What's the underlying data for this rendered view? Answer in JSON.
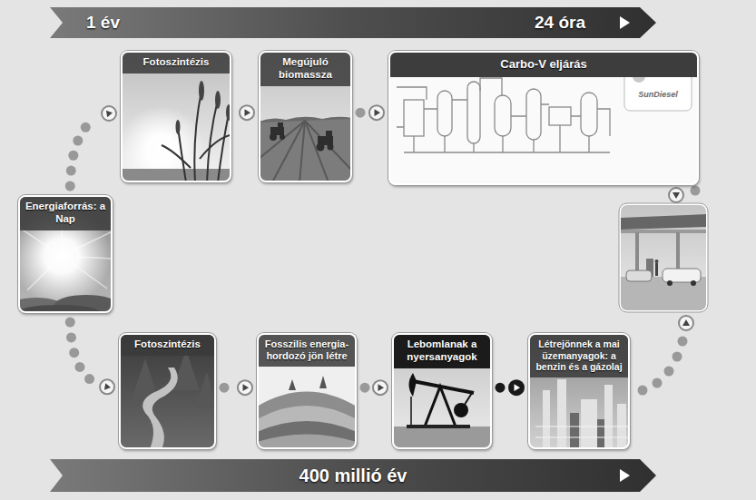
{
  "diagram": {
    "nodes": [
      {
        "text": [
          "1 év",
          "24 óra"
        ]
      },
      {
        "text": [
          "Fotoszintézis"
        ]
      },
      {
        "text": [
          "Megújuló biomassza"
        ]
      },
      {
        "text": [
          "Carbo-V eljárás"
        ]
      },
      {
        "text": [
          "Energiaforrás: a Nap"
        ]
      },
      {
        "text": [
          "Fotoszintézis"
        ]
      },
      {
        "text": [
          "Fosszilis energia-hordozó jön létre"
        ]
      },
      {
        "text": [
          "Lebomlanak a nyersanyagok"
        ]
      },
      {
        "text": [
          "Létrejönnek a mai üzemanyagok: a benzin és a gázolaj"
        ]
      },
      {
        "text": [
          "400 millió év"
        ]
      }
    ],
    "edges": [
      {
        "from": 4,
        "to": 1,
        "arrow": "to"
      },
      {
        "from": 1,
        "to": 2,
        "arrow": "to"
      },
      {
        "from": 2,
        "to": 3,
        "arrow": "to"
      },
      {
        "from": 4,
        "to": 5,
        "arrow": "to"
      },
      {
        "from": 5,
        "to": 6,
        "arrow": "to"
      },
      {
        "from": 6,
        "to": 7,
        "arrow": "to"
      },
      {
        "from": 7,
        "to": 8,
        "arrow": "to"
      }
    ],
    "labels": [
      "SunDiesel"
    ]
  }
}
